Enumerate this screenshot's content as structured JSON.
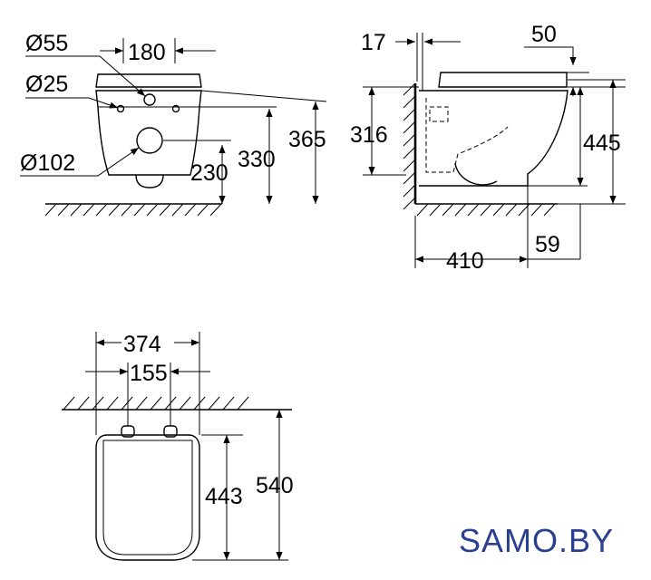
{
  "front_view": {
    "d55": "Ø55",
    "w180": "180",
    "d25": "Ø25",
    "d102": "Ø102",
    "h230": "230",
    "h330": "330",
    "h365": "365"
  },
  "side_view": {
    "w17": "17",
    "w50": "50",
    "h316": "316",
    "h445": "445",
    "w410": "410",
    "w59": "59"
  },
  "top_view": {
    "w374": "374",
    "w155": "155",
    "h443": "443",
    "h540": "540"
  },
  "brand": {
    "name": "SAMO.BY",
    "color": "#2a3f8f"
  }
}
